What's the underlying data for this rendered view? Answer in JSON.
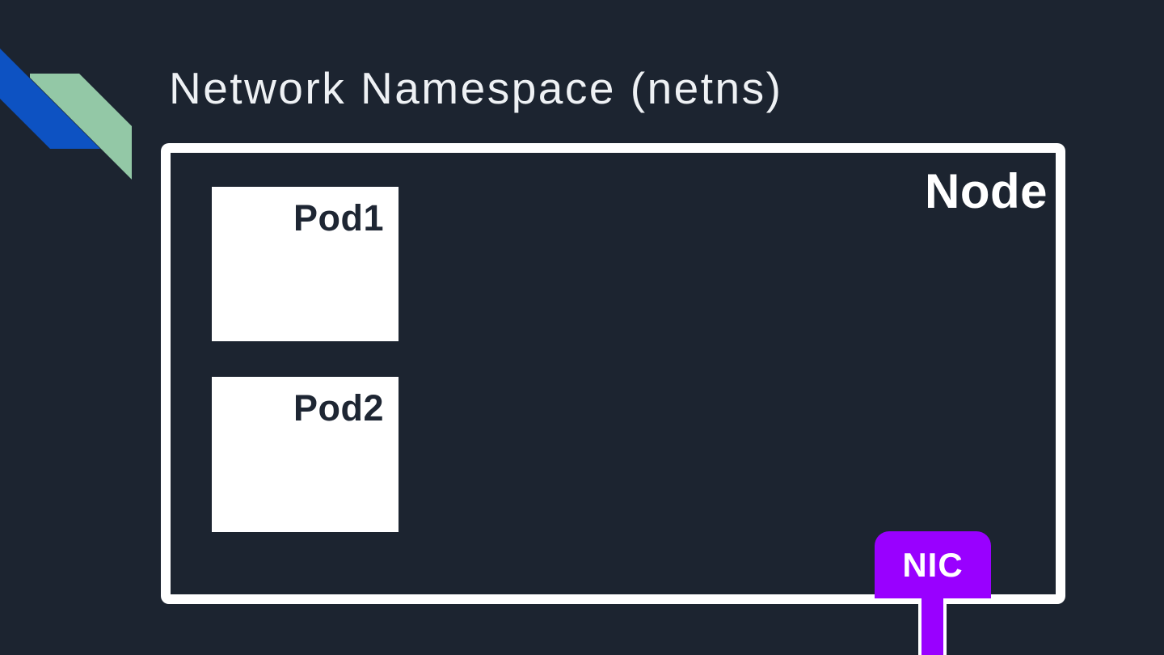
{
  "slide": {
    "title": "Network Namespace (netns)",
    "colors": {
      "background": "#1c2430",
      "accent_blue": "#0d52c2",
      "accent_green": "#93c8a6",
      "nic_purple": "#9900ff",
      "shape_white": "#ffffff"
    }
  },
  "diagram": {
    "node_label": "Node",
    "pods": [
      {
        "label": "Pod1"
      },
      {
        "label": "Pod2"
      }
    ],
    "nic_label": "NIC"
  }
}
